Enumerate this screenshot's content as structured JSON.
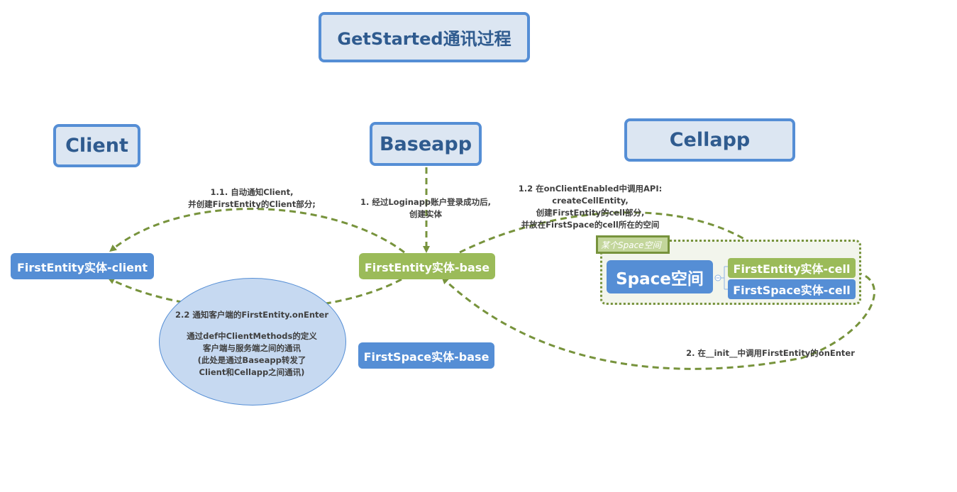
{
  "title": "GetStarted通讯过程",
  "columns": {
    "client": "Client",
    "baseapp": "Baseapp",
    "cellapp": "Cellapp"
  },
  "nodes": {
    "entity_client": "FirstEntity实体-client",
    "entity_base": "FirstEntity实体-base",
    "space_base": "FirstSpace实体-base",
    "space": "Space空间",
    "entity_cell": "FirstEntity实体-cell",
    "space_cell": "FirstSpace实体-cell"
  },
  "boundary": {
    "label": "某个Space空间"
  },
  "annotations": {
    "step1": [
      "1. 经过Loginapp账户登录成功后,",
      "创建实体"
    ],
    "step1_1": [
      "1.1. 自动通知Client,",
      "并创建FirstEntity的Client部分;"
    ],
    "step1_2": [
      "1.2 在onClientEnabled中调用API:",
      "createCellEntity,",
      "创建FirstEntity的cell部分,",
      "并放在FirstSpace的cell所在的空间"
    ],
    "step2": "2. 在__init__中调用FirstEntity的onEnter",
    "step2_2_title": "2.2 通知客户端的FirstEntity.onEnter",
    "step2_2_body": [
      "通过def中ClientMethods的定义",
      "客户端与服务端之间的通讯",
      "(此处是通过Baseapp转发了",
      "Client和Cellapp之间通讯)"
    ]
  },
  "colors": {
    "header_fill": "#dce6f2",
    "header_border": "#558ed5",
    "header_text": "#2f5b8f",
    "blue_node": "#558ed5",
    "green_node": "#9bbb59",
    "edge": "#77933c",
    "boundary_fill": "#f2f5ec",
    "ellipse_fill": "#c6d9f1"
  }
}
